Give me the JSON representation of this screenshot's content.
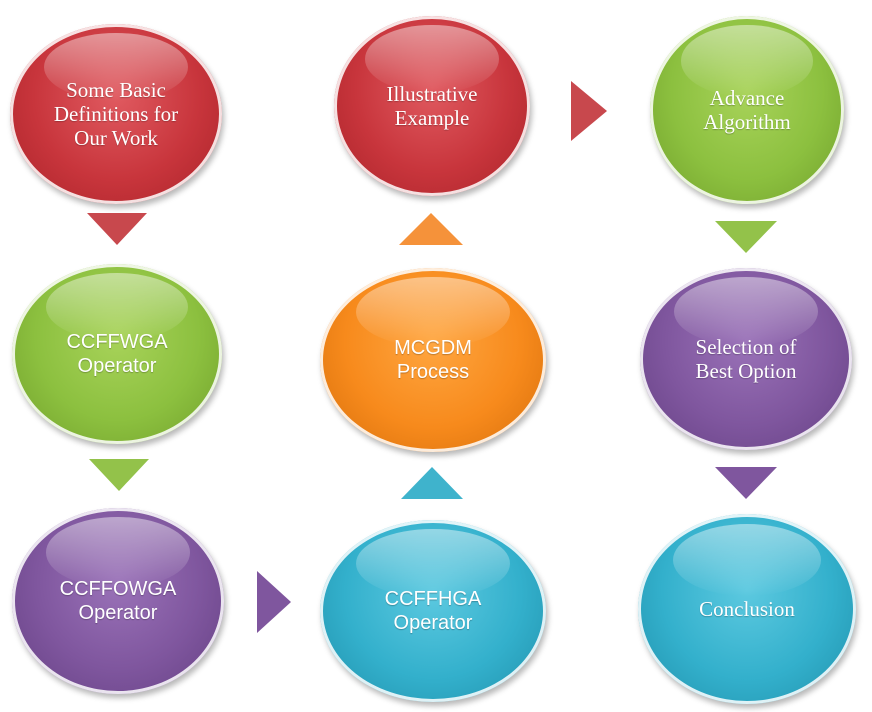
{
  "nodes": {
    "basic_definitions": "Some Basic\nDefinitions for\nOur Work",
    "ccffwga": "CCFFWGA\nOperator",
    "ccffowga": "CCFFOWGA\nOperator",
    "ccffhga": "CCFFHGA\nOperator",
    "mcgdm": "MCGDM\nProcess",
    "illustrative": "Illustrative\nExample",
    "advance": "Advance\nAlgorithm",
    "selection": "Selection of\nBest Option",
    "conclusion": "Conclusion"
  },
  "colors": {
    "red": "#c8353c",
    "green": "#8cc03f",
    "orange": "#f78a1c",
    "purple": "#7f569e",
    "cyan": "#33b0cc"
  }
}
